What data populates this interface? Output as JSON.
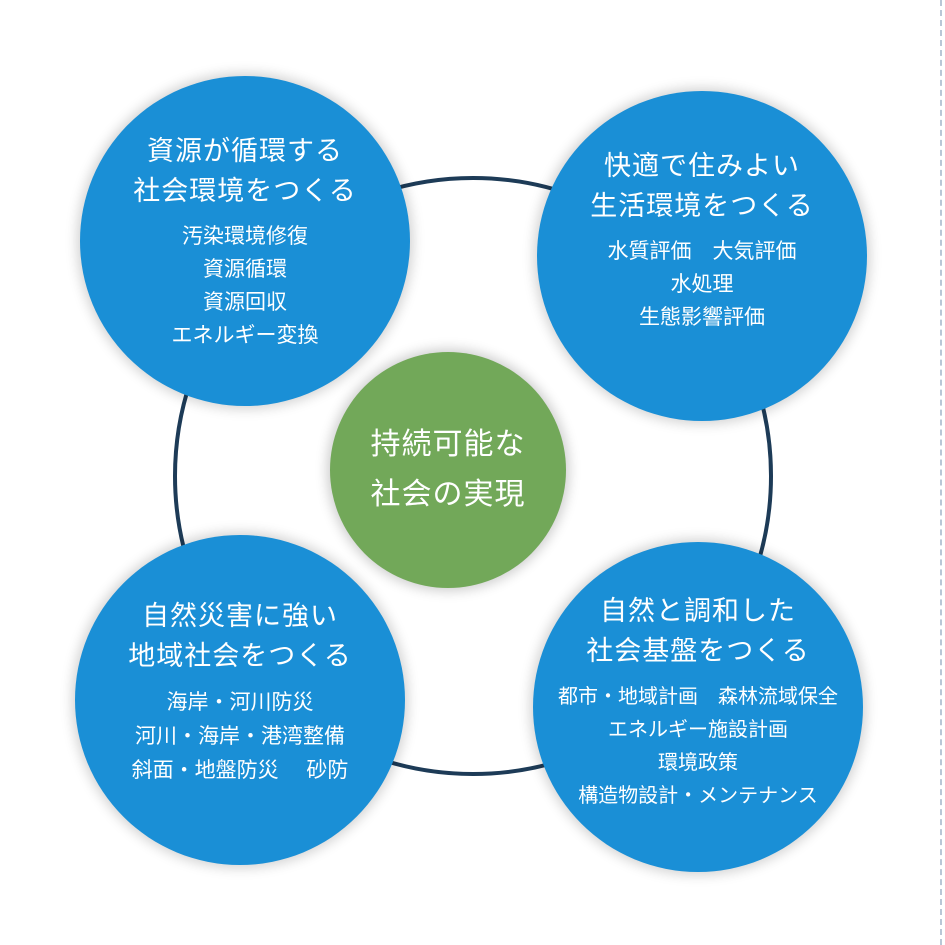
{
  "colors": {
    "bubble": "#1a8fd6",
    "center": "#72a859",
    "ring": "#1d3b57"
  },
  "center": {
    "lines": [
      "持続可能な",
      "社会の実現"
    ]
  },
  "bubbles": {
    "top_left": {
      "heading": [
        "資源が循環する",
        "社会環境をつくる"
      ],
      "items": [
        "汚染環境修復",
        "資源循環",
        "資源回収",
        "エネルギー変換"
      ]
    },
    "top_right": {
      "heading": [
        "快適で住みよい",
        "生活環境をつくる"
      ],
      "items": [
        "水質評価　大気評価",
        "水処理",
        "生態影響評価"
      ]
    },
    "bottom_left": {
      "heading": [
        "自然災害に強い",
        "地域社会をつくる"
      ],
      "items": [
        "海岸・河川防災",
        "河川・海岸・港湾整備",
        "斜面・地盤防災　 砂防"
      ]
    },
    "bottom_right": {
      "heading": [
        "自然と調和した",
        "社会基盤をつくる"
      ],
      "items": [
        "都市・地域計画　森林流域保全",
        "エネルギー施設計画",
        "環境政策",
        "構造物設計・メンテナンス"
      ]
    }
  }
}
